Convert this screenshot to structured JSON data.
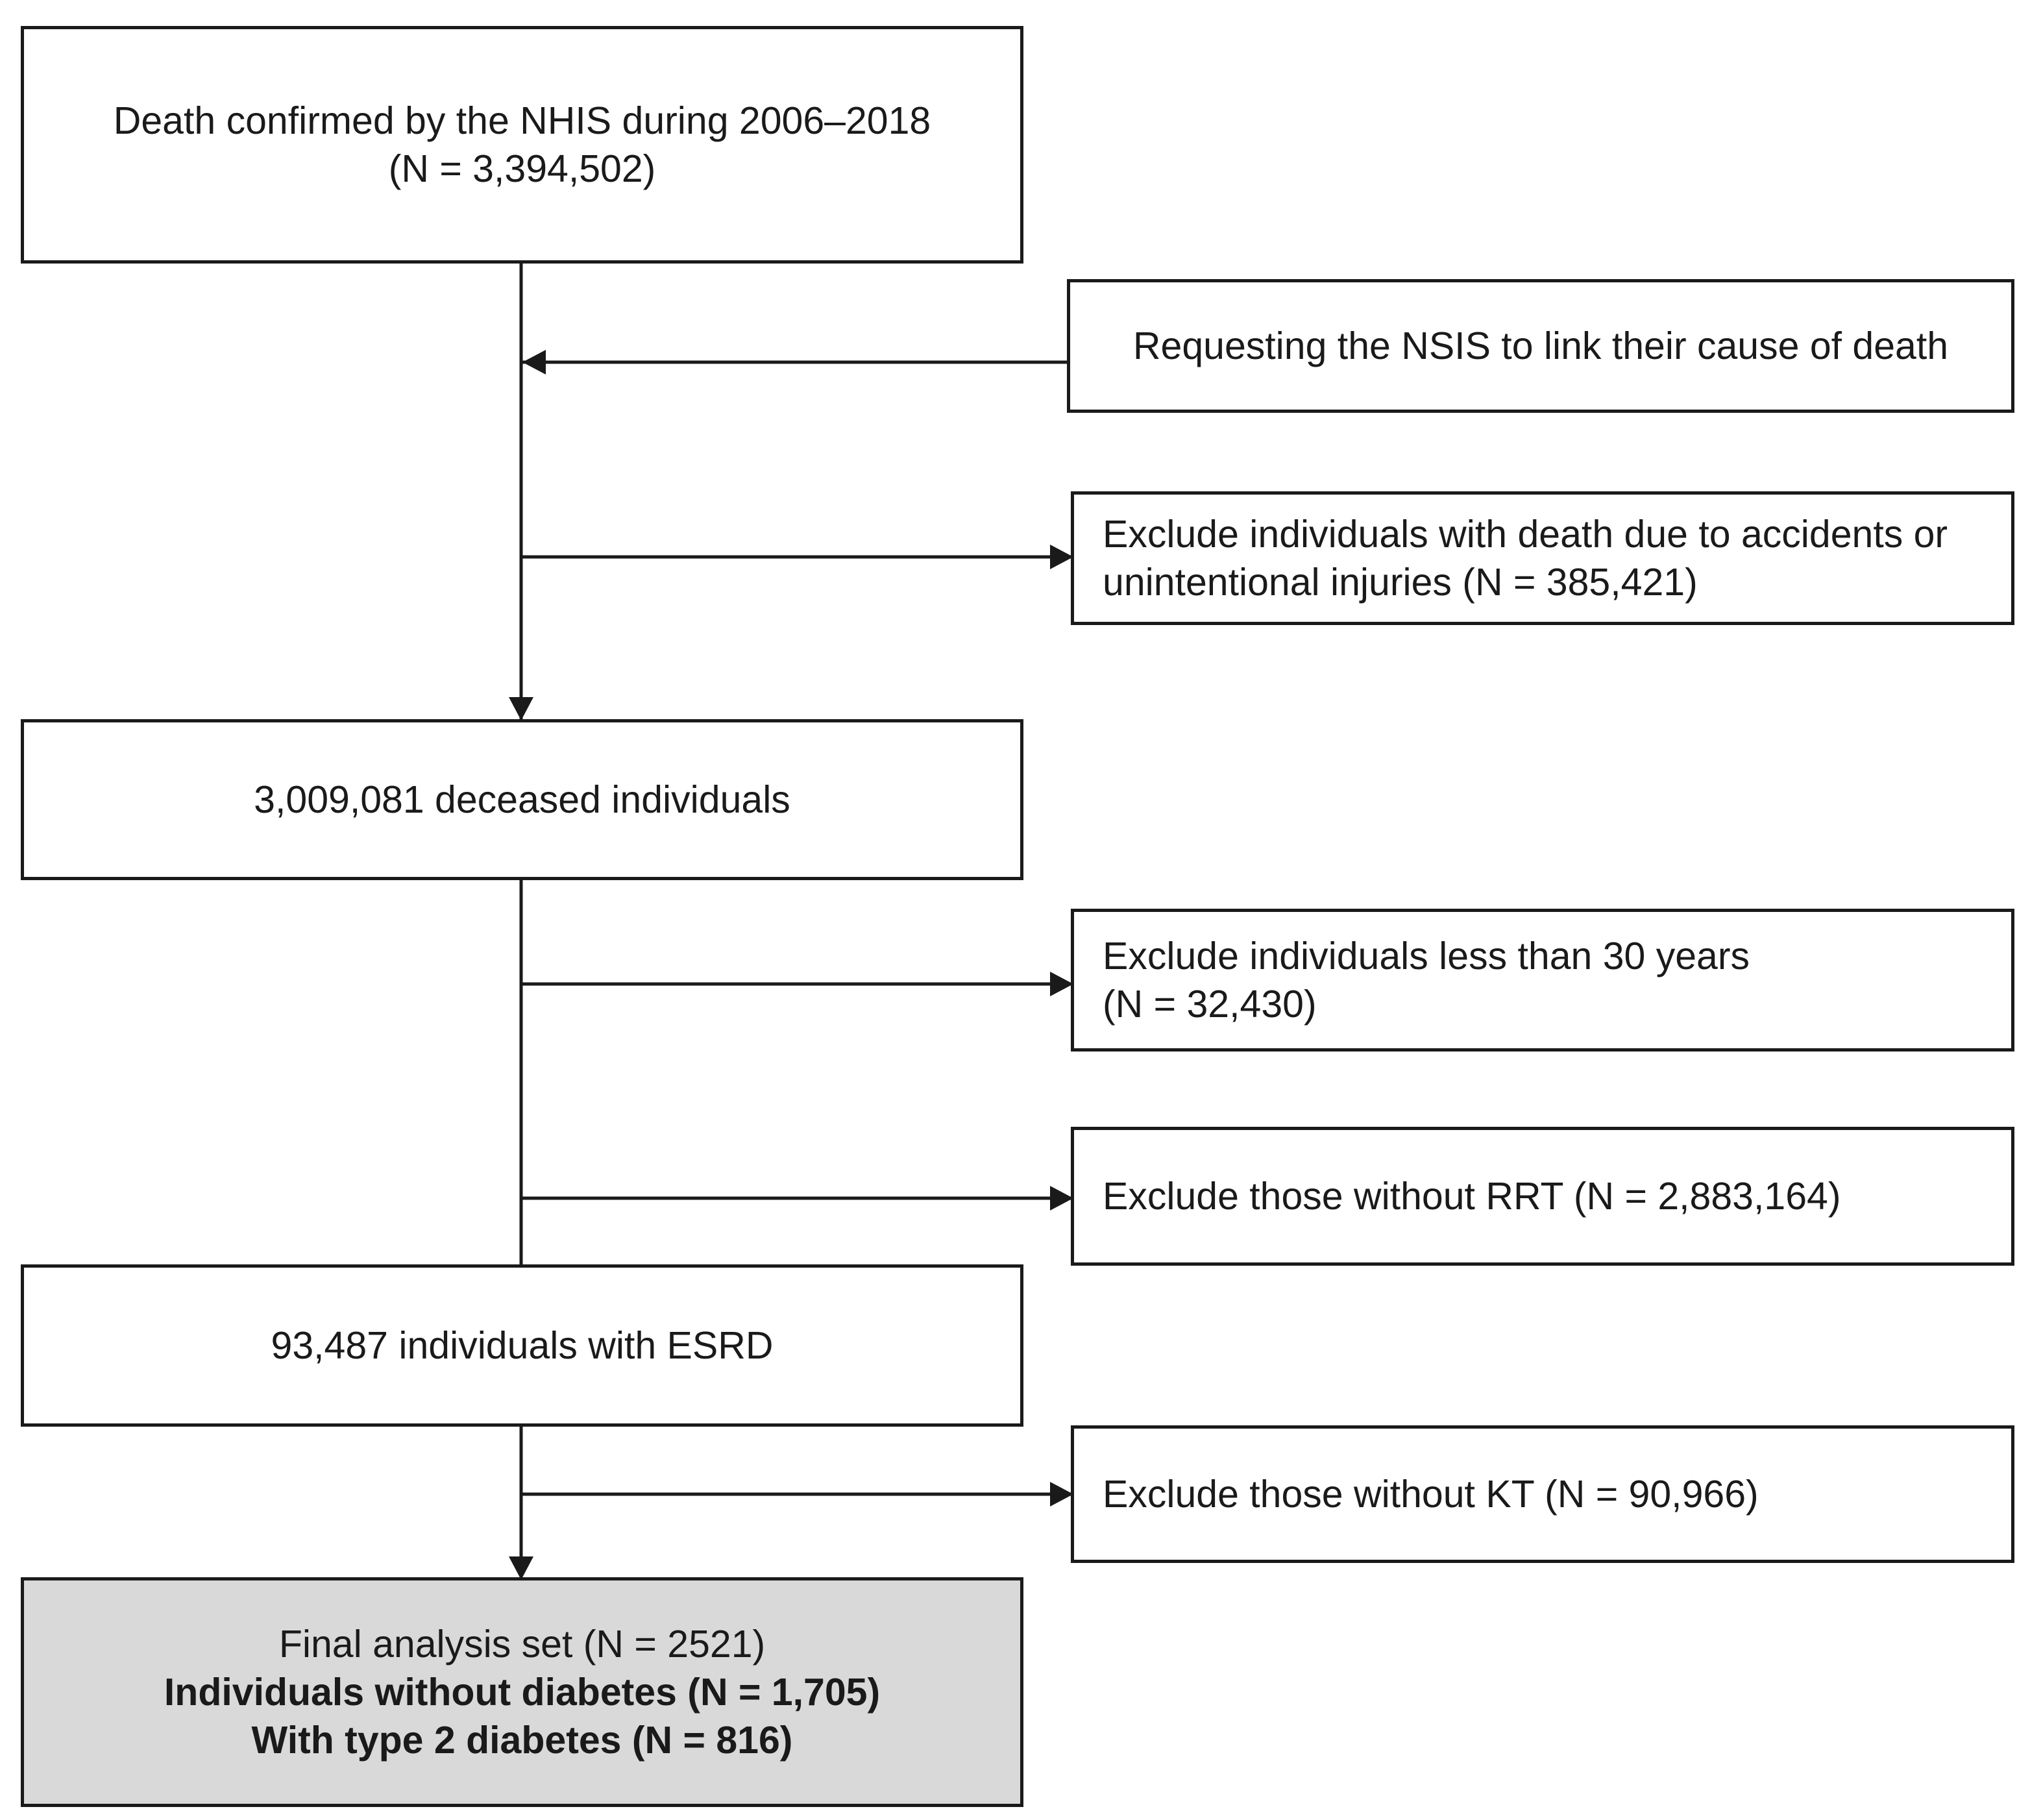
{
  "flowchart": {
    "start": {
      "line1": "Death confirmed by the NHIS during 2006–2018",
      "line2": "(N = 3,394,502)"
    },
    "link_request": {
      "text": "Requesting the NSIS to link their cause of death"
    },
    "exclude_accidents": {
      "line1": "Exclude individuals with death due to accidents or",
      "line2": "unintentional injuries (N = 385,421)"
    },
    "deceased": {
      "text": "3,009,081 deceased individuals"
    },
    "exclude_age": {
      "line1": "Exclude individuals less than 30 years",
      "line2": "(N = 32,430)"
    },
    "exclude_rrt": {
      "text": "Exclude those without RRT (N = 2,883,164)"
    },
    "esrd": {
      "text": "93,487 individuals with ESRD"
    },
    "exclude_kt": {
      "text": "Exclude those without KT (N = 90,966)"
    },
    "final": {
      "line1": "Final analysis set (N = 2521)",
      "line2": "Individuals without diabetes (N = 1,705)",
      "line3": "With type 2 diabetes (N = 816)"
    }
  },
  "colors": {
    "line": "#1a1a1a",
    "box_fill": "#ffffff",
    "final_fill": "#d9d9d9"
  }
}
